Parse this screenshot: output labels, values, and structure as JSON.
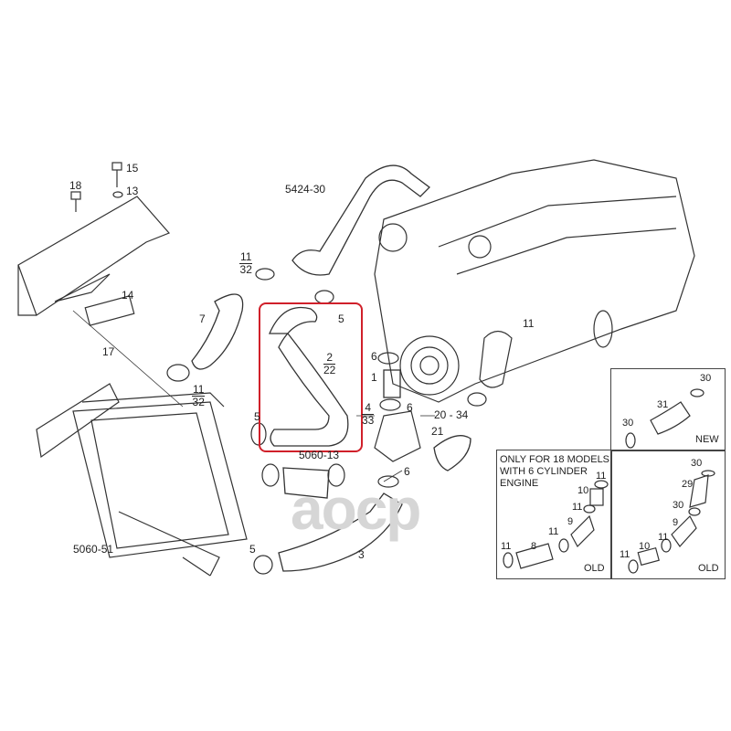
{
  "watermark": "aocp",
  "highlight_color": "#d0202a",
  "labels": {
    "bolt15": "15",
    "washer13": "13",
    "bolt18": "18",
    "bracket14": "14",
    "nut17": "17",
    "pipe5424": "5424-30",
    "hose7": "7",
    "clamp5_top": "5",
    "pipe1": "1",
    "clamp6_a": "6",
    "clamp6_b": "6",
    "clamp6_c": "6",
    "bolt20": "20 - 34",
    "washer21": "21",
    "clamp5_left": "5",
    "grp5060_13": "5060-13",
    "hose3": "3",
    "clamp5_bottom": "5",
    "grp5060_51": "5060-51",
    "clamp11_engine": "11"
  },
  "fractions": {
    "clamp_top": {
      "num": "11",
      "den": "32"
    },
    "clamp_left": {
      "num": "11",
      "den": "32"
    },
    "hose_highlighted": {
      "num": "2",
      "den": "22"
    },
    "flange": {
      "num": "4",
      "den": "33"
    }
  },
  "insets": {
    "new": {
      "tag": "NEW",
      "labels": [
        "30",
        "31",
        "30"
      ]
    },
    "old_left": {
      "note": [
        "ONLY FOR 18 MODELS",
        "WITH 6 CYLINDER",
        "ENGINE"
      ],
      "tag": "OLD",
      "labels": [
        "11",
        "10",
        "11",
        "9",
        "11",
        "8",
        "11"
      ]
    },
    "old_right": {
      "tag": "OLD",
      "labels": [
        "30",
        "29",
        "30",
        "9",
        "11",
        "10",
        "11"
      ]
    }
  }
}
